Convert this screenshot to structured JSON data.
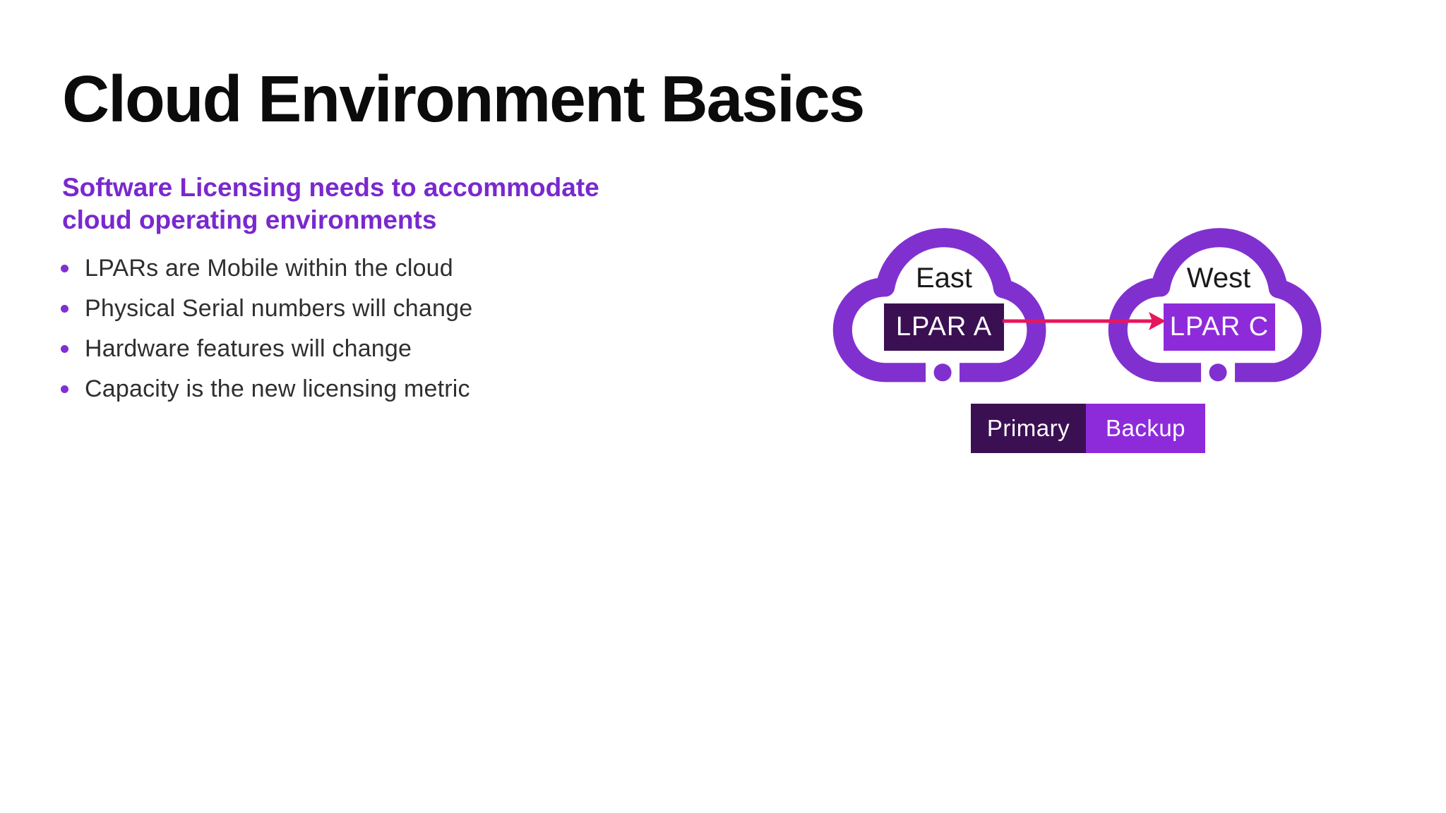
{
  "slide": {
    "title": "Cloud Environment Basics",
    "subtitle_lines": [
      "Software Licensing needs to accommodate",
      "cloud operating environments"
    ],
    "bullets": [
      "LPARs are Mobile within the cloud",
      "Physical Serial numbers will change",
      "Hardware features will change",
      "Capacity is the new licensing metric"
    ]
  },
  "diagram": {
    "east": {
      "label": "East",
      "lpar": "LPAR A"
    },
    "west": {
      "label": "West",
      "lpar": "LPAR C"
    },
    "legend": {
      "primary": "Primary",
      "backup": "Backup"
    }
  },
  "colors": {
    "title_black": "#0b0b0b",
    "body_text": "#2f2f2f",
    "subtitle_purple": "#7a28ce",
    "cloud_purple": "#8130d0",
    "bullet_dot": "#8130d0",
    "dark_purple": "#3b1053",
    "bright_purple": "#8d2bda",
    "arrow_pink": "#e6175c",
    "label_black": "#1a1a1a"
  }
}
